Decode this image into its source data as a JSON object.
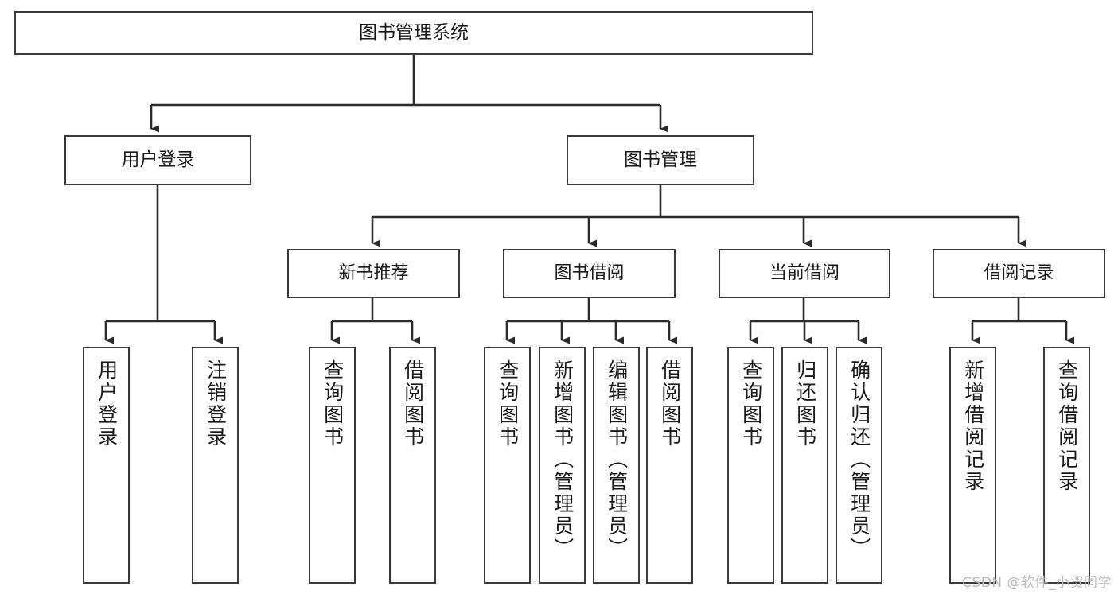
{
  "diagram": {
    "title": "图书管理系统",
    "type": "tree-hierarchy",
    "watermark": "CSDN @软件_小贺同学",
    "colors": {
      "box_border": "#3a3a3a",
      "box_fill": "#ffffff",
      "edge": "#2b2b2b",
      "text": "#1a1a1a",
      "watermark": "#b9b9b9"
    },
    "root": {
      "label": "图书管理系统"
    },
    "level2": [
      {
        "label": "用户登录"
      },
      {
        "label": "图书管理"
      }
    ],
    "level3": [
      {
        "label": "新书推荐"
      },
      {
        "label": "图书借阅"
      },
      {
        "label": "当前借阅"
      },
      {
        "label": "借阅记录"
      }
    ],
    "leaves": {
      "user_login": [
        {
          "label": "用户登录"
        },
        {
          "label": "注销登录"
        }
      ],
      "new_book_recommend": [
        {
          "label": "查询图书"
        },
        {
          "label": "借阅图书"
        }
      ],
      "book_borrow": [
        {
          "label": "查询图书"
        },
        {
          "label": "新增图书（管理员）"
        },
        {
          "label": "编辑图书（管理员）"
        },
        {
          "label": "借阅图书"
        }
      ],
      "current_borrow": [
        {
          "label": "查询图书"
        },
        {
          "label": "归还图书"
        },
        {
          "label": "确认归还（管理员）"
        }
      ],
      "borrow_record": [
        {
          "label": "新增借阅记录"
        },
        {
          "label": "查询借阅记录"
        }
      ]
    }
  }
}
